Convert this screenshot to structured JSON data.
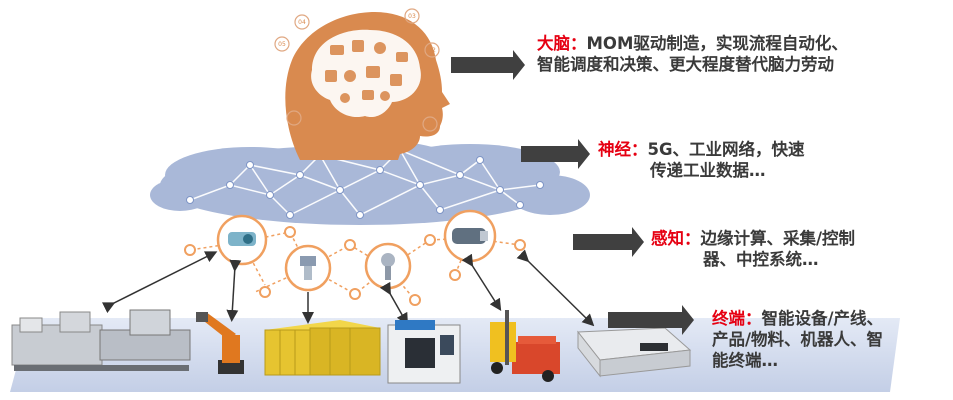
{
  "layers": [
    {
      "id": "brain",
      "keyword": "大脑：",
      "lines": [
        "MOM驱动制造，实现流程自动化、",
        "智能调度和决策、更大程度替代脑力劳动"
      ]
    },
    {
      "id": "nerve",
      "keyword": "神经：",
      "lines": [
        "5G、工业网络，快速",
        "传递工业数据…"
      ]
    },
    {
      "id": "sense",
      "keyword": "感知：",
      "lines": [
        "边缘计算、采集/控制",
        "器、中控系统…"
      ]
    },
    {
      "id": "terminal",
      "keyword": "终端：",
      "lines": [
        "智能设备/产线、",
        "产品/物料、机器人、智",
        "能终端…"
      ]
    }
  ],
  "head_badges": [
    "04",
    "03",
    "02",
    "05",
    "01",
    "06"
  ],
  "colors": {
    "keyword": "#e60012",
    "text": "#3a3a3a",
    "arrow": "#404040",
    "head": "#d98a4f",
    "cloud": "#a9b8d8",
    "network": "#ffffff",
    "node_ring": "#f0a060",
    "floor": "#c9d3ea"
  },
  "icons": [
    "head-brain-icon",
    "cloud-network-icon",
    "sensor-icon",
    "robot-arm-icon",
    "forklift-icon",
    "agv-icon",
    "cnc-machine-icon",
    "production-line-icon",
    "warehouse-rack-icon"
  ]
}
